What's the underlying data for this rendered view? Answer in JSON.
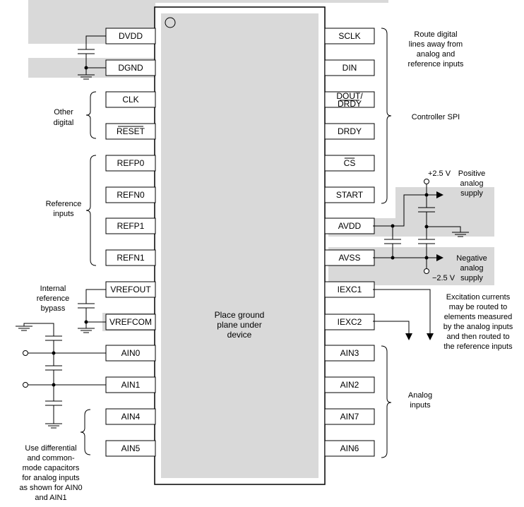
{
  "chip": {
    "center_text": [
      "Place ground",
      "plane under",
      "device"
    ]
  },
  "pins_left": [
    {
      "id": "dvdd",
      "label": "DVDD"
    },
    {
      "id": "dgnd",
      "label": "DGND"
    },
    {
      "id": "clk",
      "label": "CLK"
    },
    {
      "id": "reset",
      "label": "RESET"
    },
    {
      "id": "refp0",
      "label": "REFP0"
    },
    {
      "id": "refn0",
      "label": "REFN0"
    },
    {
      "id": "refp1",
      "label": "REFP1"
    },
    {
      "id": "refn1",
      "label": "REFN1"
    },
    {
      "id": "vrefout",
      "label": "VREFOUT"
    },
    {
      "id": "vrefcom",
      "label": "VREFCOM"
    },
    {
      "id": "ain0",
      "label": "AIN0"
    },
    {
      "id": "ain1",
      "label": "AIN1"
    },
    {
      "id": "ain4",
      "label": "AIN4"
    },
    {
      "id": "ain5",
      "label": "AIN5"
    }
  ],
  "pins_right": [
    {
      "id": "sclk",
      "label": "SCLK"
    },
    {
      "id": "din",
      "label": "DIN"
    },
    {
      "id": "dout_drdy",
      "label": "DOUT/",
      "label2": "DRDY"
    },
    {
      "id": "drdy",
      "label": "DRDY"
    },
    {
      "id": "cs",
      "label": "CS"
    },
    {
      "id": "start",
      "label": "START"
    },
    {
      "id": "avdd",
      "label": "AVDD"
    },
    {
      "id": "avss",
      "label": "AVSS"
    },
    {
      "id": "iexc1",
      "label": "IEXC1"
    },
    {
      "id": "iexc2",
      "label": "IEXC2"
    },
    {
      "id": "ain3",
      "label": "AIN3"
    },
    {
      "id": "ain2",
      "label": "AIN2"
    },
    {
      "id": "ain7",
      "label": "AIN7"
    },
    {
      "id": "ain6",
      "label": "AIN6"
    }
  ],
  "annotations": {
    "other_digital": [
      "Other",
      "digital"
    ],
    "reference_inputs": [
      "Reference",
      "inputs"
    ],
    "internal_reference_bypass": [
      "Internal",
      "reference",
      "bypass"
    ],
    "use_differential": [
      "Use differential",
      "and common-",
      "mode capacitors",
      "for analog inputs",
      "as shown for AIN0",
      "and AIN1"
    ],
    "route_digital": [
      "Route digital",
      "lines away from",
      "analog and",
      "reference inputs"
    ],
    "controller_spi": "Controller SPI",
    "positive_supply": [
      "Positive",
      "analog",
      "supply"
    ],
    "positive_voltage": "+2.5 V",
    "negative_supply": [
      "Negative",
      "analog",
      "supply"
    ],
    "negative_voltage": "−2.5 V",
    "excitation": [
      "Excitation currents",
      "may be routed to",
      "elements measured",
      "by the analog inputs",
      "and then routed to",
      "the reference inputs"
    ],
    "analog_inputs": [
      "Analog",
      "inputs"
    ]
  }
}
